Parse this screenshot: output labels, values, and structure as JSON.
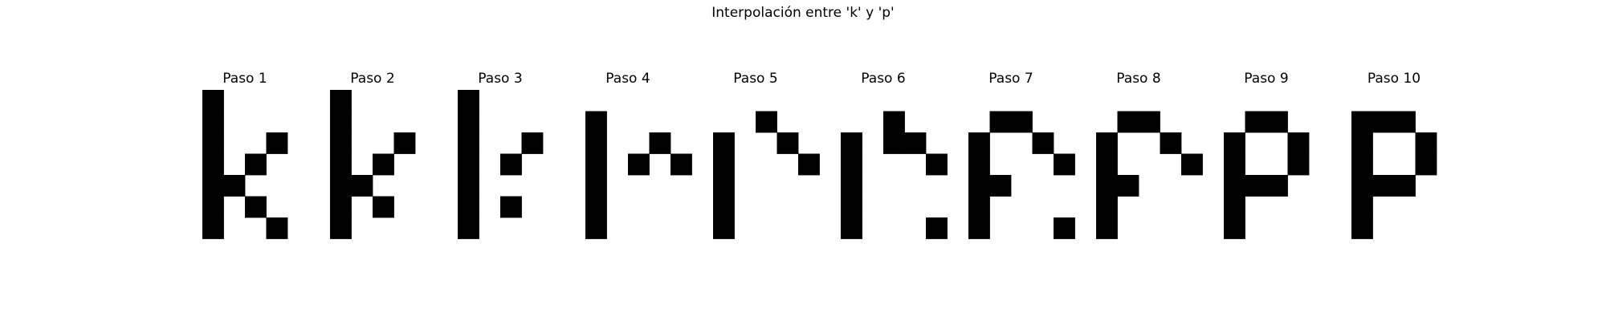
{
  "title": "Interpolación entre 'k' y 'p'",
  "colors": {
    "on": "#000000",
    "off": "#ffffff",
    "background": "#ffffff"
  },
  "grid": {
    "rows": 7,
    "cols": 5
  },
  "panels": [
    {
      "label": "Paso 1",
      "pixels": [
        [
          1,
          0,
          0,
          0,
          0
        ],
        [
          1,
          0,
          0,
          0,
          0
        ],
        [
          1,
          0,
          0,
          1,
          0
        ],
        [
          1,
          0,
          1,
          0,
          0
        ],
        [
          1,
          1,
          0,
          0,
          0
        ],
        [
          1,
          0,
          1,
          0,
          0
        ],
        [
          1,
          0,
          0,
          1,
          0
        ]
      ]
    },
    {
      "label": "Paso 2",
      "pixels": [
        [
          1,
          0,
          0,
          0,
          0
        ],
        [
          1,
          0,
          0,
          0,
          0
        ],
        [
          1,
          0,
          0,
          1,
          0
        ],
        [
          1,
          0,
          1,
          0,
          0
        ],
        [
          1,
          1,
          0,
          0,
          0
        ],
        [
          1,
          0,
          1,
          0,
          0
        ],
        [
          1,
          0,
          0,
          0,
          0
        ]
      ]
    },
    {
      "label": "Paso 3",
      "pixels": [
        [
          1,
          0,
          0,
          0,
          0
        ],
        [
          1,
          0,
          0,
          0,
          0
        ],
        [
          1,
          0,
          0,
          1,
          0
        ],
        [
          1,
          0,
          1,
          0,
          0
        ],
        [
          1,
          0,
          0,
          0,
          0
        ],
        [
          1,
          0,
          1,
          0,
          0
        ],
        [
          1,
          0,
          0,
          0,
          0
        ]
      ]
    },
    {
      "label": "Paso 4",
      "pixels": [
        [
          0,
          0,
          0,
          0,
          0
        ],
        [
          1,
          0,
          0,
          0,
          0
        ],
        [
          1,
          0,
          0,
          1,
          0
        ],
        [
          1,
          0,
          1,
          0,
          1
        ],
        [
          1,
          0,
          0,
          0,
          0
        ],
        [
          1,
          0,
          0,
          0,
          0
        ],
        [
          1,
          0,
          0,
          0,
          0
        ]
      ]
    },
    {
      "label": "Paso 5",
      "pixels": [
        [
          0,
          0,
          0,
          0,
          0
        ],
        [
          0,
          0,
          1,
          0,
          0
        ],
        [
          1,
          0,
          0,
          1,
          0
        ],
        [
          1,
          0,
          0,
          0,
          1
        ],
        [
          1,
          0,
          0,
          0,
          0
        ],
        [
          1,
          0,
          0,
          0,
          0
        ],
        [
          1,
          0,
          0,
          0,
          0
        ]
      ]
    },
    {
      "label": "Paso 6",
      "pixels": [
        [
          0,
          0,
          0,
          0,
          0
        ],
        [
          0,
          0,
          1,
          0,
          0
        ],
        [
          1,
          0,
          1,
          1,
          0
        ],
        [
          1,
          0,
          0,
          0,
          1
        ],
        [
          1,
          0,
          0,
          0,
          0
        ],
        [
          1,
          0,
          0,
          0,
          0
        ],
        [
          1,
          0,
          0,
          0,
          1
        ]
      ]
    },
    {
      "label": "Paso 7",
      "pixels": [
        [
          0,
          0,
          0,
          0,
          0
        ],
        [
          0,
          1,
          1,
          0,
          0
        ],
        [
          1,
          0,
          0,
          1,
          0
        ],
        [
          1,
          0,
          0,
          0,
          1
        ],
        [
          1,
          1,
          0,
          0,
          0
        ],
        [
          1,
          0,
          0,
          0,
          0
        ],
        [
          1,
          0,
          0,
          0,
          1
        ]
      ]
    },
    {
      "label": "Paso 8",
      "pixels": [
        [
          0,
          0,
          0,
          0,
          0
        ],
        [
          0,
          1,
          1,
          0,
          0
        ],
        [
          1,
          0,
          0,
          1,
          0
        ],
        [
          1,
          0,
          0,
          0,
          1
        ],
        [
          1,
          1,
          0,
          0,
          0
        ],
        [
          1,
          0,
          0,
          0,
          0
        ],
        [
          1,
          0,
          0,
          0,
          0
        ]
      ]
    },
    {
      "label": "Paso 9",
      "pixels": [
        [
          0,
          0,
          0,
          0,
          0
        ],
        [
          0,
          1,
          1,
          0,
          0
        ],
        [
          1,
          0,
          0,
          1,
          0
        ],
        [
          1,
          0,
          0,
          1,
          0
        ],
        [
          1,
          1,
          1,
          0,
          0
        ],
        [
          1,
          0,
          0,
          0,
          0
        ],
        [
          1,
          0,
          0,
          0,
          0
        ]
      ]
    },
    {
      "label": "Paso 10",
      "pixels": [
        [
          0,
          0,
          0,
          0,
          0
        ],
        [
          1,
          1,
          1,
          0,
          0
        ],
        [
          1,
          0,
          0,
          1,
          0
        ],
        [
          1,
          0,
          0,
          1,
          0
        ],
        [
          1,
          1,
          1,
          0,
          0
        ],
        [
          1,
          0,
          0,
          0,
          0
        ],
        [
          1,
          0,
          0,
          0,
          0
        ]
      ]
    }
  ]
}
